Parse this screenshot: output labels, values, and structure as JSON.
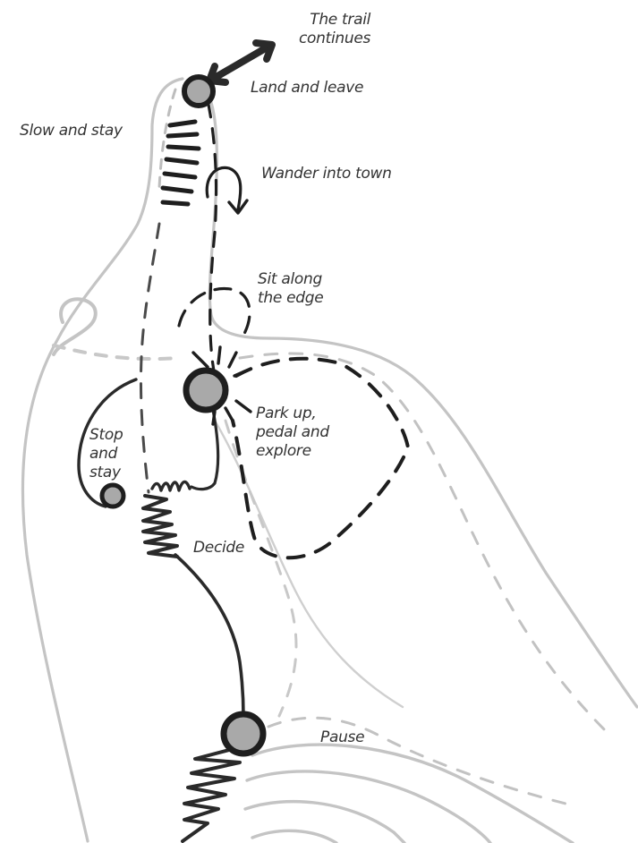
{
  "labels": {
    "trail_continues": [
      "The trail",
      "continues"
    ],
    "land_and_leave": "Land and leave",
    "slow_and_stay": "Slow and stay",
    "wander_into_town": "Wander into town",
    "sit_along_edge": [
      "Sit along",
      "the edge"
    ],
    "park_up": [
      "Park up,",
      "pedal  and",
      "explore"
    ],
    "stop_and_stay": [
      "Stop",
      "and",
      "stay"
    ],
    "decide": "Decide",
    "pause": "Pause"
  },
  "colors": {
    "outline": "#c4c4c4",
    "route_light": "#bdbdbd",
    "route_dark": "#1e1e1e",
    "stop_fill": "#a9a9a9",
    "text": "#333333"
  }
}
